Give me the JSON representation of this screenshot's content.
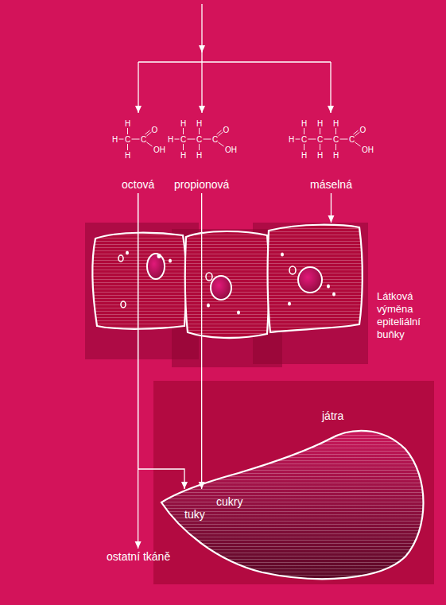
{
  "diagram": {
    "nodes": [
      {
        "text": [
          "octová"
        ]
      },
      {
        "text": [
          "propionová"
        ]
      },
      {
        "text": [
          "máselná"
        ]
      },
      {
        "text": [
          "Látková výměna epiteliální buňky"
        ]
      },
      {
        "text": [
          "játra",
          "tuky",
          "cukry"
        ]
      },
      {
        "text": [
          "ostatní tkáně"
        ]
      }
    ],
    "edges": [
      {
        "from": 0,
        "to": 5,
        "arrow": "to"
      },
      {
        "from": 0,
        "to": 4,
        "arrow": "to"
      },
      {
        "from": 1,
        "to": 4,
        "arrow": "to"
      },
      {
        "from": 2,
        "to": 3,
        "arrow": "to"
      }
    ],
    "labels": [
      "H",
      "H",
      "C",
      "H",
      "C",
      "O",
      "OH",
      "H",
      "H",
      "C",
      "H",
      "H",
      "C",
      "H",
      "C",
      "O",
      "OH",
      "H",
      "H",
      "C",
      "H",
      "H",
      "C",
      "H",
      "H",
      "C",
      "H",
      "C",
      "O",
      "OH"
    ]
  }
}
